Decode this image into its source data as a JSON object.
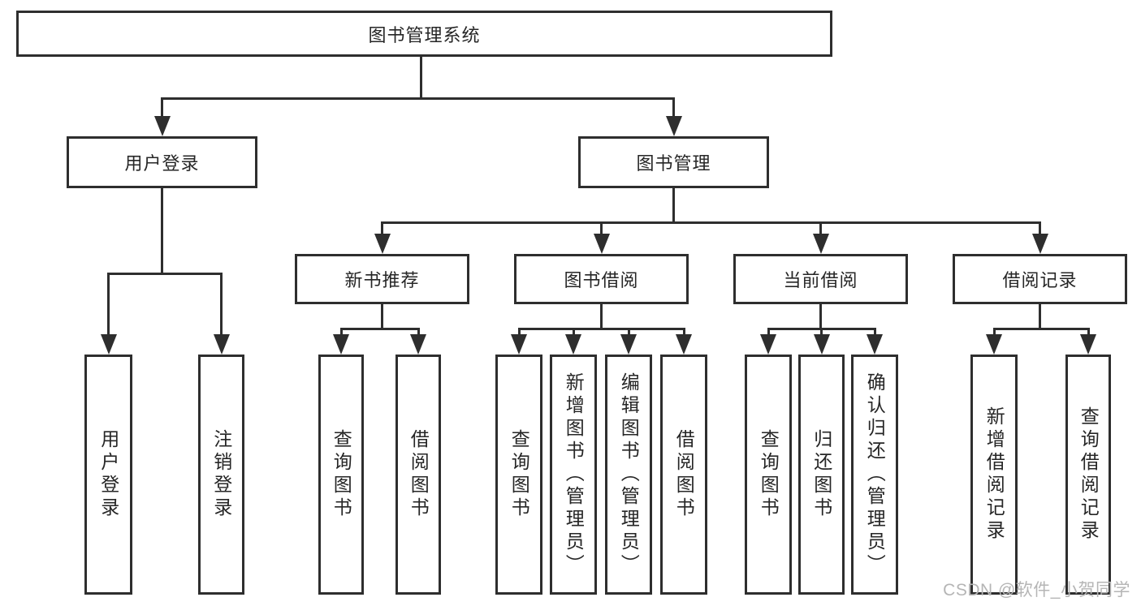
{
  "tree": {
    "label": "图书管理系统",
    "children": [
      {
        "label": "用户登录",
        "children": [
          {
            "label": "用户登录"
          },
          {
            "label": "注销登录"
          }
        ]
      },
      {
        "label": "图书管理",
        "children": [
          {
            "label": "新书推荐",
            "children": [
              {
                "label": "查询图书"
              },
              {
                "label": "借阅图书"
              }
            ]
          },
          {
            "label": "图书借阅",
            "children": [
              {
                "label": "查询图书"
              },
              {
                "label": "新增图书（管理员）"
              },
              {
                "label": "编辑图书（管理员）"
              },
              {
                "label": "借阅图书"
              }
            ]
          },
          {
            "label": "当前借阅",
            "children": [
              {
                "label": "查询图书"
              },
              {
                "label": "归还图书"
              },
              {
                "label": "确认归还（管理员）"
              }
            ]
          },
          {
            "label": "借阅记录",
            "children": [
              {
                "label": "新增借阅记录"
              },
              {
                "label": "查询借阅记录"
              }
            ]
          }
        ]
      }
    ]
  },
  "watermark": "CSDN @软件_小贺同学",
  "colors": {
    "line": "#2e2e2e",
    "text": "#262626",
    "background": "#ffffff",
    "watermark": "#b5b5b5"
  }
}
